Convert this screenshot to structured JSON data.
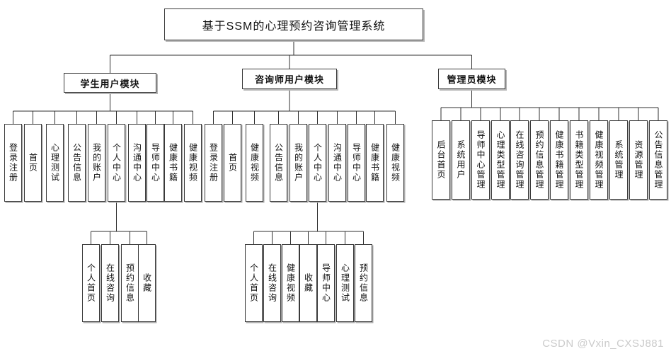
{
  "title": "基于SSM的心理预约咨询管理系统",
  "watermark": "CSDN @Vxin_CXSJ881",
  "colors": {
    "line": "#2f2f2f",
    "box_border": "#3a3a3a",
    "watermark_text": "#cbcbcb"
  },
  "modules": [
    {
      "label": "学生用户模块",
      "items": [
        "登录注册",
        "首页",
        "心理测试",
        "公告信息",
        "我的账户",
        "个人中心",
        "沟通中心",
        "导师中心",
        "健康书籍",
        "健康视频"
      ],
      "subgroup": {
        "parent": "个人中心",
        "items": [
          "个人首页",
          "在线咨询",
          "预约信息",
          "收藏"
        ]
      }
    },
    {
      "label": "咨询师用户模块",
      "items": [
        "登录注册",
        "首页",
        "健康视频",
        "公告信息",
        "我的账户",
        "个人中心",
        "沟通中心",
        "导师中心",
        "健康书籍",
        "健康视频"
      ],
      "subgroup": {
        "parent": "个人中心",
        "items": [
          "个人首页",
          "在线咨询",
          "健康视频",
          "收藏",
          "导师中心",
          "心理测试",
          "预约信息"
        ]
      }
    },
    {
      "label": "管理员模块",
      "items": [
        "后台首页",
        "系统用户",
        "导师中心管理",
        "心理类型管理",
        "在线咨询管理",
        "预约信息管理",
        "健康书籍管理",
        "书籍类型管理",
        "健康视频管理",
        "系统管理",
        "资源管理",
        "公告信息管理"
      ]
    }
  ]
}
